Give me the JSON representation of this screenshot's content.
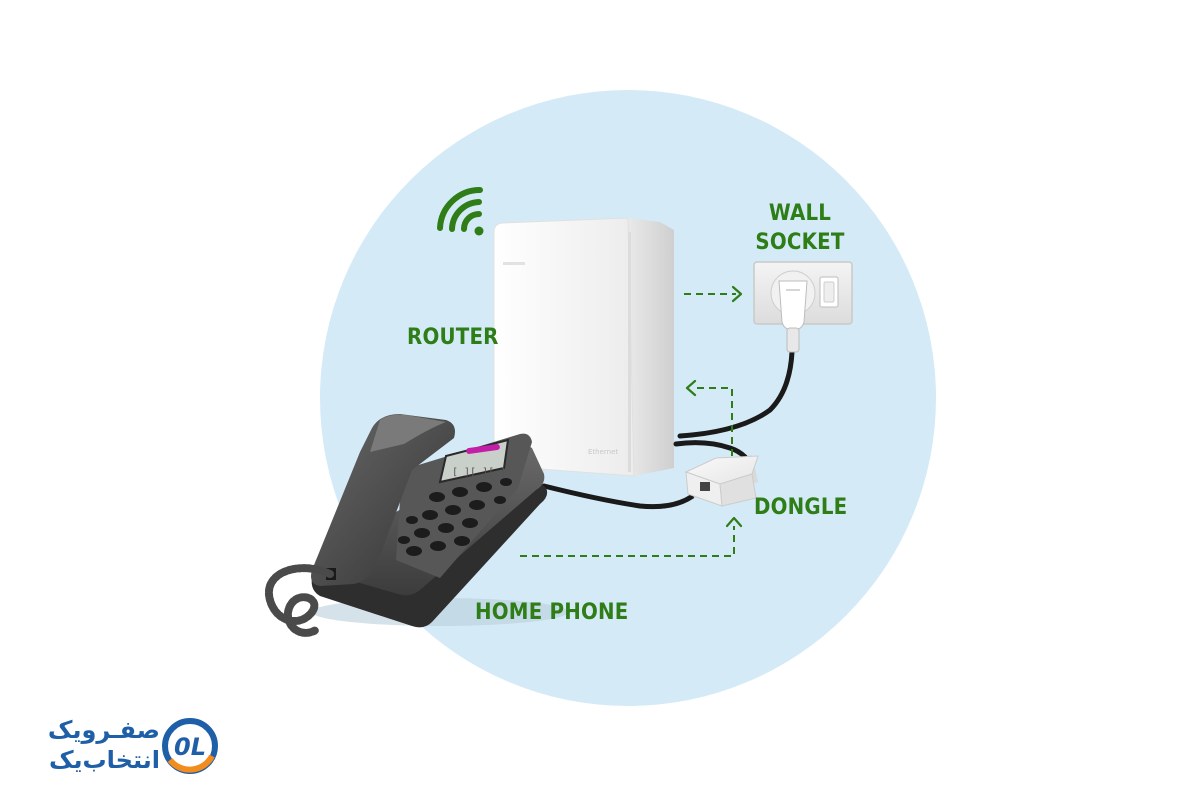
{
  "labels": {
    "router": "ROUTER",
    "wall_socket_line1": "WALL",
    "wall_socket_line2": "SOCKET",
    "dongle": "DONGLE",
    "home_phone": "HOME PHONE"
  },
  "logo": {
    "line1": "صفـرویک",
    "line2": "انتخاب‌یک",
    "mark": "0L"
  },
  "colors": {
    "circle_bg": "#d4eaf7",
    "label_green": "#2e7d17",
    "logo_blue": "#1f5fa8",
    "logo_orange": "#f28c1c",
    "phone_body": "#4a4a4a",
    "router_body": "#f7f7f7"
  }
}
